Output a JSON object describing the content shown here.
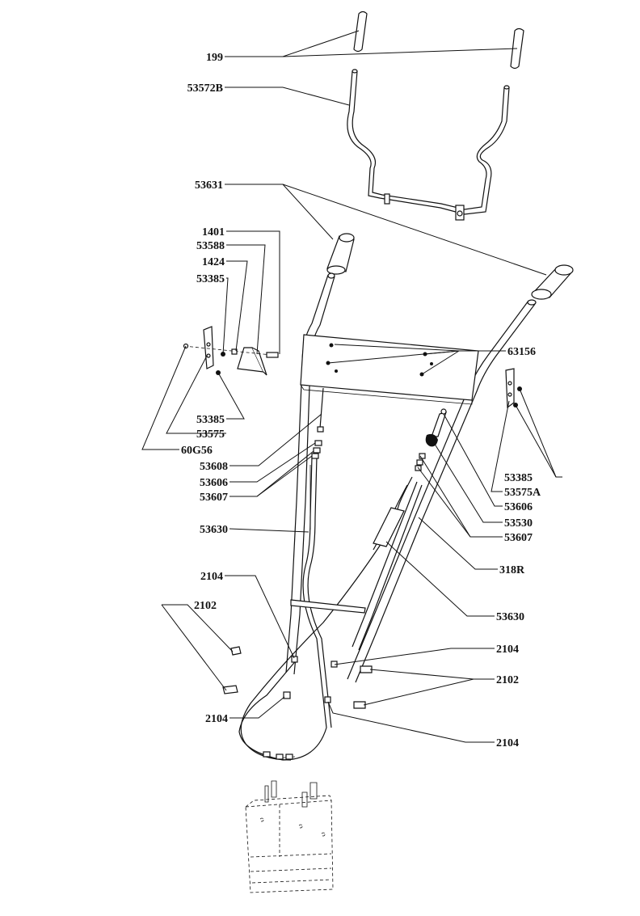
{
  "labels": {
    "p199": "199",
    "p53572B": "53572B",
    "p53631": "53631",
    "p1401": "1401",
    "p53588": "53588",
    "p1424": "1424",
    "p53385_top": "53385",
    "p63156": "63156",
    "p53385_left": "53385",
    "p53575": "53575",
    "p60G56": "60G56",
    "p53608": "53608",
    "p53606_left": "53606",
    "p53607_left": "53607",
    "p53385_right": "53385",
    "p53575A": "53575A",
    "p53606_right": "53606",
    "p53530": "53530",
    "p53607_right": "53607",
    "p53630_left": "53630",
    "p318R": "318R",
    "p53630_right": "53630",
    "p2104_a": "2104",
    "p2102_left": "2102",
    "p2104_b": "2104",
    "p2102_right": "2102",
    "p2104_c": "2104",
    "p2104_d": "2104"
  }
}
